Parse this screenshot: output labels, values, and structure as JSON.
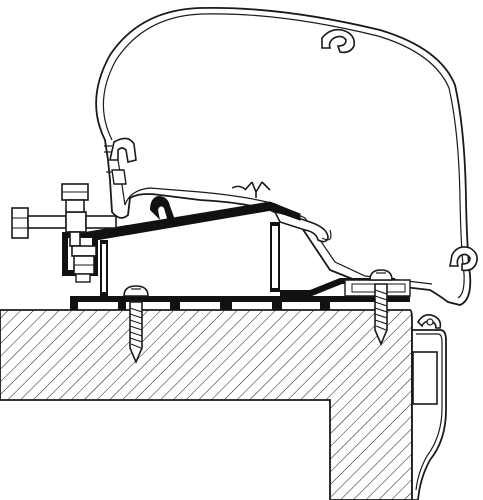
{
  "diagram": {
    "colors": {
      "line": "#1a1a1a",
      "bracket": "#111111",
      "fill_white": "#ffffff",
      "hatch": "#1a1a1a"
    },
    "parts": [
      {
        "name": "awning-housing-profile"
      },
      {
        "name": "awning-mounting-adapter-rail"
      },
      {
        "name": "clamp-bolt-assembly"
      },
      {
        "name": "roof-fixing-screw-left"
      },
      {
        "name": "roof-fixing-screw-right"
      },
      {
        "name": "vehicle-roof-wall-section"
      },
      {
        "name": "wall-side-trim-profile"
      }
    ]
  }
}
